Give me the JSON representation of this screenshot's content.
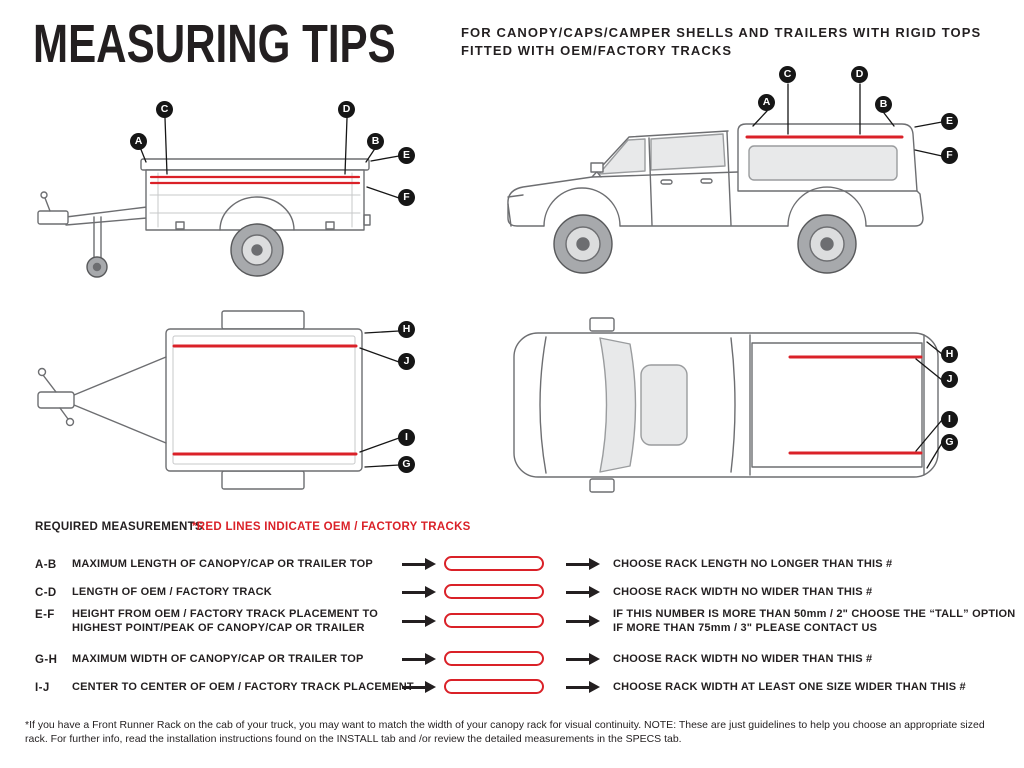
{
  "header": {
    "title": "MEASURING TIPS",
    "subtitle_lines": [
      "FOR CANOPY/CAPS/CAMPER SHELLS AND TRAILERS WITH RIGID TOPS",
      "FITTED WITH OEM/FACTORY TRACKS"
    ]
  },
  "callouts": {
    "a": "A",
    "b": "B",
    "c": "C",
    "d": "D",
    "e": "E",
    "f": "F",
    "g": "G",
    "h": "H",
    "i": "I",
    "j": "J"
  },
  "legend": {
    "required_label": "REQUIRED MEASUREMENTS",
    "tracks_note": "*RED LINES INDICATE OEM / FACTORY TRACKS"
  },
  "measurements": [
    {
      "key": "A-B",
      "description": "MAXIMUM LENGTH OF CANOPY/CAP OR TRAILER TOP",
      "result": "CHOOSE RACK LENGTH NO LONGER THAN THIS #"
    },
    {
      "key": "C-D",
      "description": "LENGTH OF OEM / FACTORY TRACK",
      "result": "CHOOSE RACK WIDTH NO WIDER THAN THIS #"
    },
    {
      "key": "E-F",
      "description": "HEIGHT FROM OEM / FACTORY TRACK PLACEMENT TO HIGHEST POINT/PEAK OF CANOPY/CAP OR TRAILER",
      "result": "IF THIS NUMBER IS MORE THAN 50mm / 2\" CHOOSE THE “TALL” OPTION IF MORE THAN 75mm / 3\" PLEASE CONTACT US"
    },
    {
      "key": "G-H",
      "description": "MAXIMUM WIDTH OF CANOPY/CAP OR TRAILER TOP",
      "result": "CHOOSE RACK WIDTH NO WIDER THAN THIS #"
    },
    {
      "key": "I-J",
      "description": "CENTER TO CENTER OF OEM / FACTORY TRACK PLACEMENT",
      "result": "CHOOSE RACK WIDTH AT LEAST ONE SIZE WIDER THAN THIS #"
    }
  ],
  "footnote": "*If you have a Front Runner Rack on the cab of your truck, you may want to match the width of your canopy rack for visual continuity. NOTE: These are just guidelines to help you choose an appropriate sized rack. For further info, read the installation instructions found on the INSTALL tab and /or review the detailed measurements in the SPECS tab.",
  "colors": {
    "accent_red": "#DA2128",
    "ink": "#231F20"
  }
}
